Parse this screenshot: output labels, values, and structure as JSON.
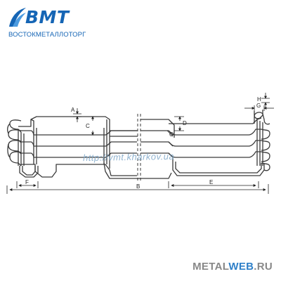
{
  "logo": {
    "title": "BMT",
    "subtitle": "ВОСТОКМЕТАЛЛОТОРГ",
    "brand_color": "#1565b5"
  },
  "watermark": {
    "text": "http://vmt.kharkov.ua"
  },
  "footer": {
    "site_prefix": "METAL",
    "site_accent": "WEB",
    "site_suffix": ".RU",
    "accent_color": "#2f80c9"
  },
  "dimensions": {
    "a": "A",
    "b": "B",
    "c": "C",
    "d": "D",
    "e": "E",
    "f": "F",
    "g": "G",
    "h": "H",
    "o": "O"
  }
}
